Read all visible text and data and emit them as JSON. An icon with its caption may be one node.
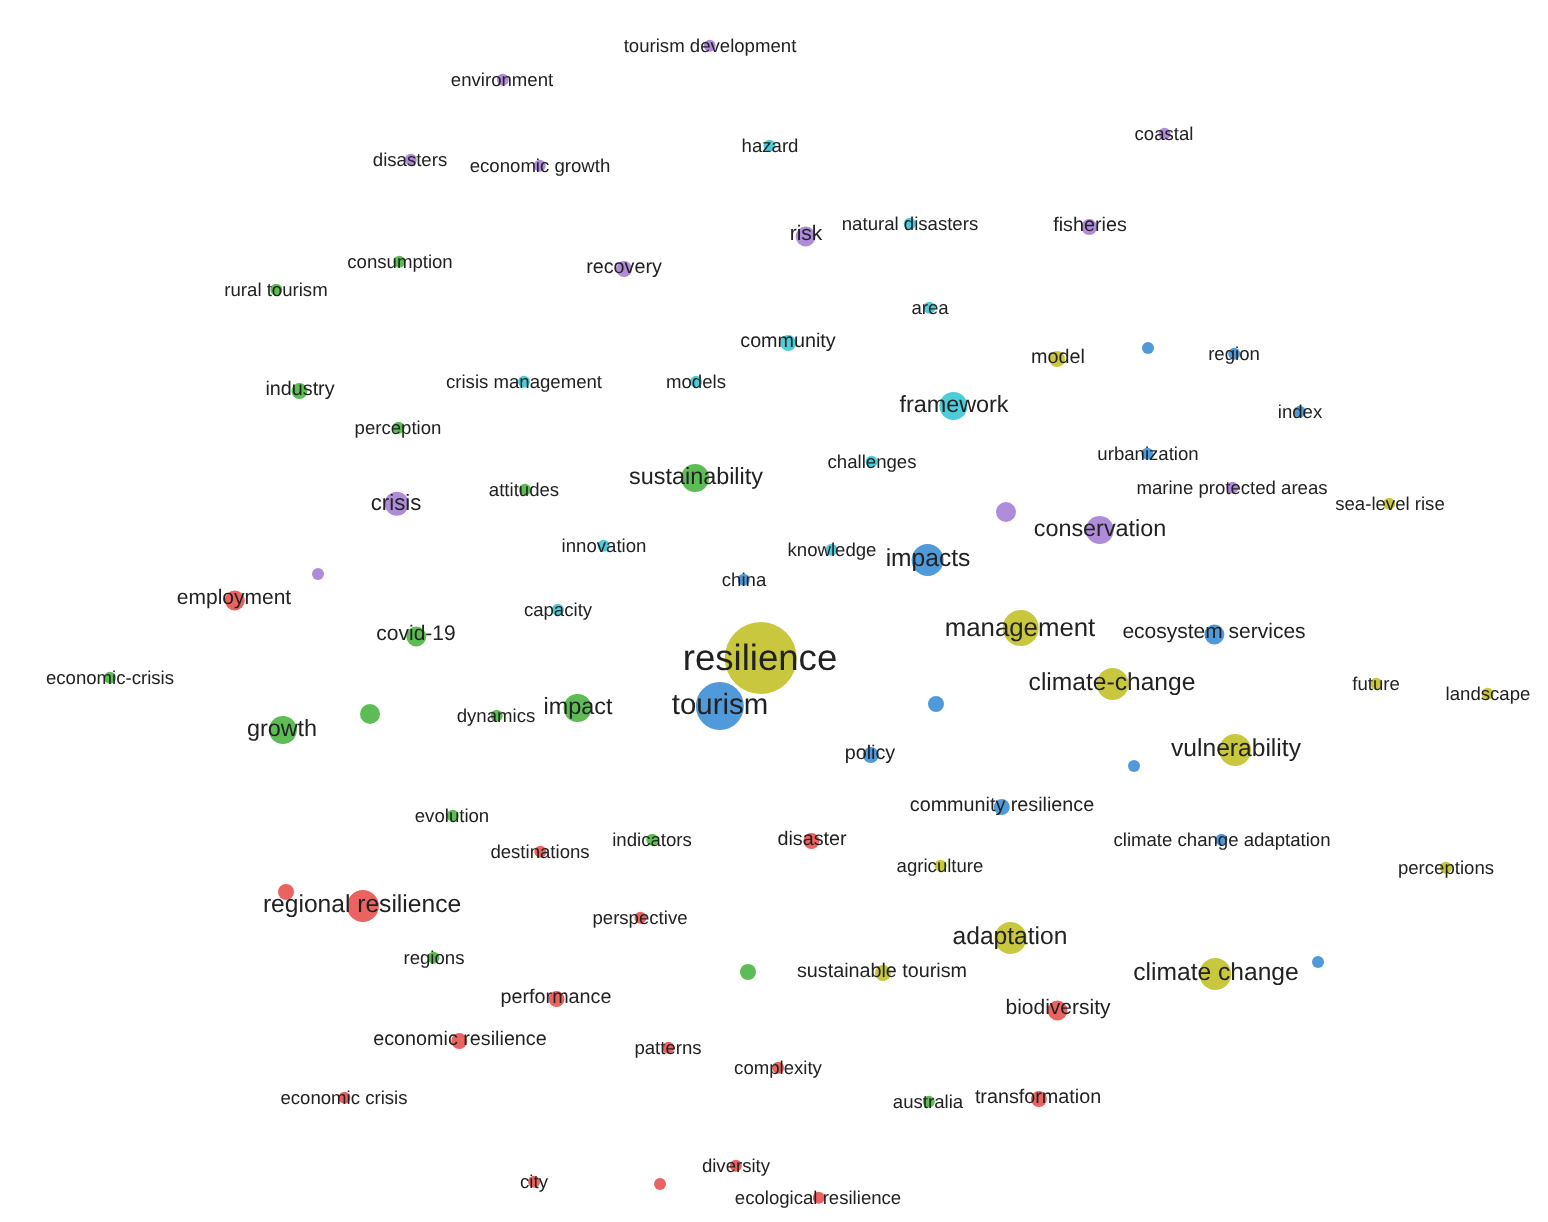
{
  "diagram": {
    "nodes": [
      {
        "text": [
          "tourism development"
        ]
      },
      {
        "text": [
          "environment"
        ]
      },
      {
        "text": [
          "disasters"
        ]
      },
      {
        "text": [
          "economic growth"
        ]
      },
      {
        "text": [
          "hazard"
        ]
      },
      {
        "text": [
          "coastal"
        ]
      },
      {
        "text": [
          "natural disasters"
        ]
      },
      {
        "text": [
          "risk"
        ]
      },
      {
        "text": [
          "fisheries"
        ]
      },
      {
        "text": [
          "consumption"
        ]
      },
      {
        "text": [
          "rural tourism"
        ]
      },
      {
        "text": [
          "recovery"
        ]
      },
      {
        "text": [
          "area"
        ]
      },
      {
        "text": [
          "community"
        ]
      },
      {
        "text": [
          "model"
        ]
      },
      {
        "text": [],
        "shape": "circle"
      },
      {
        "text": [
          "region"
        ]
      },
      {
        "text": [
          "industry"
        ]
      },
      {
        "text": [
          "crisis management"
        ]
      },
      {
        "text": [
          "models"
        ]
      },
      {
        "text": [
          "framework"
        ]
      },
      {
        "text": [
          "index"
        ]
      },
      {
        "text": [
          "perception"
        ]
      },
      {
        "text": [
          "challenges"
        ]
      },
      {
        "text": [
          "urbanization"
        ]
      },
      {
        "text": [
          "sustainability"
        ]
      },
      {
        "text": [
          "attitudes"
        ]
      },
      {
        "text": [
          "crisis"
        ]
      },
      {
        "text": [
          "marine protected areas"
        ]
      },
      {
        "text": [
          "sea-level rise"
        ]
      },
      {
        "text": [
          "innovation"
        ]
      },
      {
        "text": [
          "knowledge"
        ]
      },
      {
        "text": [],
        "shape": "circle"
      },
      {
        "text": [
          "conservation"
        ]
      },
      {
        "text": [
          "impacts"
        ]
      },
      {
        "text": [],
        "shape": "circle"
      },
      {
        "text": [
          "china"
        ]
      },
      {
        "text": [
          "employment"
        ]
      },
      {
        "text": [
          "capacity"
        ]
      },
      {
        "text": [
          "covid-19"
        ]
      },
      {
        "text": [
          "management"
        ]
      },
      {
        "text": [
          "ecosystem services"
        ]
      },
      {
        "text": [
          "resilience"
        ]
      },
      {
        "text": [
          "economic-crisis"
        ]
      },
      {
        "text": [
          "climate-change"
        ]
      },
      {
        "text": [],
        "shape": "circle"
      },
      {
        "text": [
          "dynamics"
        ]
      },
      {
        "text": [
          "impact"
        ]
      },
      {
        "text": [
          "tourism"
        ]
      },
      {
        "text": [
          "future"
        ]
      },
      {
        "text": [
          "landscape"
        ]
      },
      {
        "text": [],
        "shape": "circle"
      },
      {
        "text": [
          "growth"
        ]
      },
      {
        "text": [
          "policy"
        ]
      },
      {
        "text": [
          "vulnerability"
        ]
      },
      {
        "text": [],
        "shape": "circle"
      },
      {
        "text": [
          "community resilience"
        ]
      },
      {
        "text": [
          "evolution"
        ]
      },
      {
        "text": [
          "indicators"
        ]
      },
      {
        "text": [
          "climate change adaptation"
        ]
      },
      {
        "text": [
          "disaster"
        ]
      },
      {
        "text": [
          "destinations"
        ]
      },
      {
        "text": [
          "agriculture"
        ]
      },
      {
        "text": [
          "perceptions"
        ]
      },
      {
        "text": [],
        "shape": "circle"
      },
      {
        "text": [
          "regional resilience"
        ]
      },
      {
        "text": [
          "perspective"
        ]
      },
      {
        "text": [
          "adaptation"
        ]
      },
      {
        "text": [
          "regions"
        ]
      },
      {
        "text": [],
        "shape": "circle"
      },
      {
        "text": [
          "sustainable tourism"
        ]
      },
      {
        "text": [
          "climate change"
        ]
      },
      {
        "text": [],
        "shape": "circle"
      },
      {
        "text": [
          "performance"
        ]
      },
      {
        "text": [
          "biodiversity"
        ]
      },
      {
        "text": [
          "economic resilience"
        ]
      },
      {
        "text": [
          "patterns"
        ]
      },
      {
        "text": [
          "complexity"
        ]
      },
      {
        "text": [
          "economic crisis"
        ]
      },
      {
        "text": [
          "australia"
        ]
      },
      {
        "text": [
          "transformation"
        ]
      },
      {
        "text": [
          "city"
        ]
      },
      {
        "text": [],
        "shape": "circle"
      },
      {
        "text": [
          "diversity"
        ]
      },
      {
        "text": [
          "ecological resilience"
        ]
      }
    ]
  }
}
